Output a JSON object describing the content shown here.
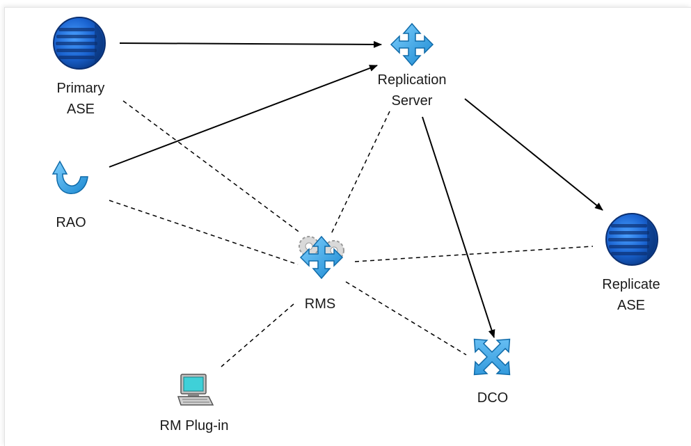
{
  "nodes": {
    "primary_ase": {
      "line1": "Primary",
      "line2": "ASE"
    },
    "replication_server": {
      "line1": "Replication",
      "line2": "Server"
    },
    "rao": {
      "line1": "RAO"
    },
    "rms": {
      "line1": "RMS"
    },
    "replicate_ase": {
      "line1": "Replicate",
      "line2": "ASE"
    },
    "dco": {
      "line1": "DCO"
    },
    "rm_plugin": {
      "line1": "RM Plug-in"
    }
  },
  "colors": {
    "db_blue": "#1f6fd6",
    "db_dark": "#0b3f8f",
    "arrow_blue": "#3aa6e8",
    "arrow_dark": "#1279bd",
    "line": "#000000"
  }
}
